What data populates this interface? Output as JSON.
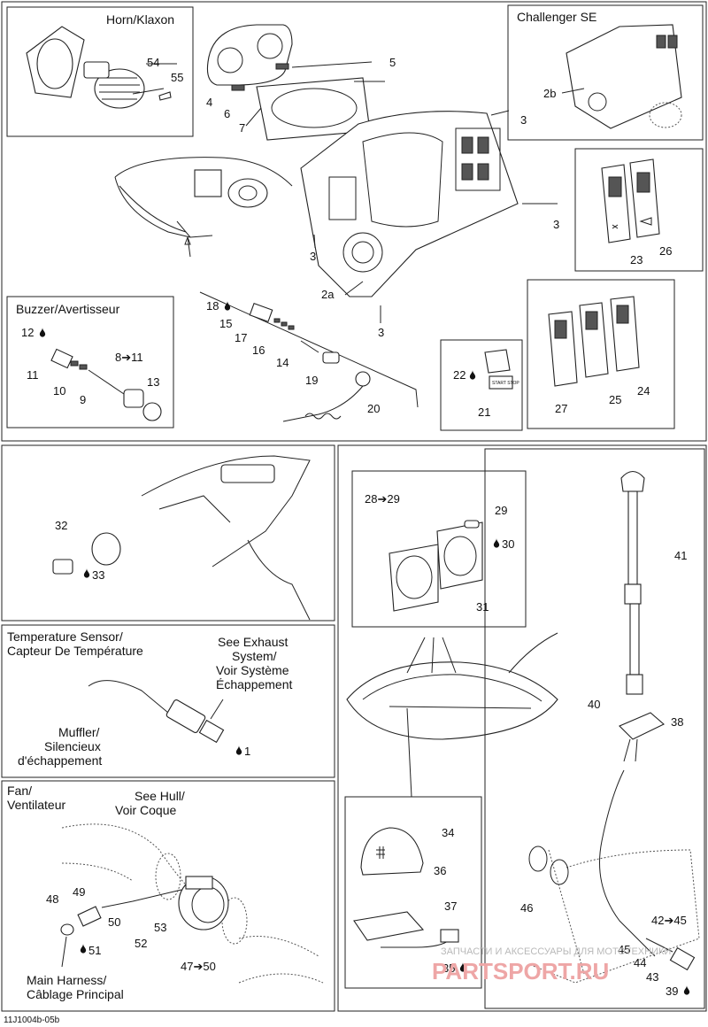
{
  "panels": {
    "horn_title": "Horn/Klaxon",
    "challenger_title": "Challenger SE",
    "buzzer_title": "Buzzer/Avertisseur",
    "temp_title_line1": "Temperature Sensor/",
    "temp_title_line2": "Capteur De Température",
    "exhaust_line1": "See Exhaust",
    "exhaust_line2": "System/",
    "exhaust_line3": "Voir Système",
    "exhaust_line4": "Échappement",
    "muffler_line1": "Muffler/",
    "muffler_line2": "Silencieux",
    "muffler_line3": "d'échappement",
    "fan_line1": "Fan/",
    "fan_line2": "Ventilateur",
    "hull_line1": "See Hull/",
    "hull_line2": "Voir Coque",
    "harness_line1": "Main Harness/",
    "harness_line2": "Câblage Principal",
    "start_stop": "START STOP"
  },
  "callouts": {
    "c1": "1",
    "c2a": "2a",
    "c2b": "2b",
    "c3": "3",
    "c4": "4",
    "c5": "5",
    "c6": "6",
    "c7": "7",
    "c8_11": "8➔11",
    "c9": "9",
    "c10": "10",
    "c11": "11",
    "c12": "12",
    "c13": "13",
    "c14": "14",
    "c15": "15",
    "c16": "16",
    "c17": "17",
    "c18": "18",
    "c19": "19",
    "c20": "20",
    "c21": "21",
    "c22": "22",
    "c23": "23",
    "c24": "24",
    "c25": "25",
    "c26": "26",
    "c27": "27",
    "c28_29": "28➔29",
    "c29": "29",
    "c30": "30",
    "c31": "31",
    "c32": "32",
    "c33": "33",
    "c34": "34",
    "c35": "35",
    "c36": "36",
    "c37": "37",
    "c38": "38",
    "c39": "39",
    "c40": "40",
    "c41": "41",
    "c42_45": "42➔45",
    "c43": "43",
    "c44": "44",
    "c45": "45",
    "c46": "46",
    "c47_50": "47➔50",
    "c48": "48",
    "c49": "49",
    "c50": "50",
    "c51": "51",
    "c52": "52",
    "c53": "53",
    "c54": "54",
    "c55": "55"
  },
  "footer": {
    "drawing_id": "11J1004b-05b",
    "watermark": "ЗАПЧАСТИ И АКСЕССУАРЫ ДЛЯ МОТОТЕХНИКИ",
    "logo": "PARTSPORT.RU"
  },
  "icons": [
    "drop-icon",
    "arrow-icon"
  ],
  "colors": {
    "line": "#222222",
    "watermark": "#b9b9b9",
    "logo": "#e8a0a0"
  }
}
